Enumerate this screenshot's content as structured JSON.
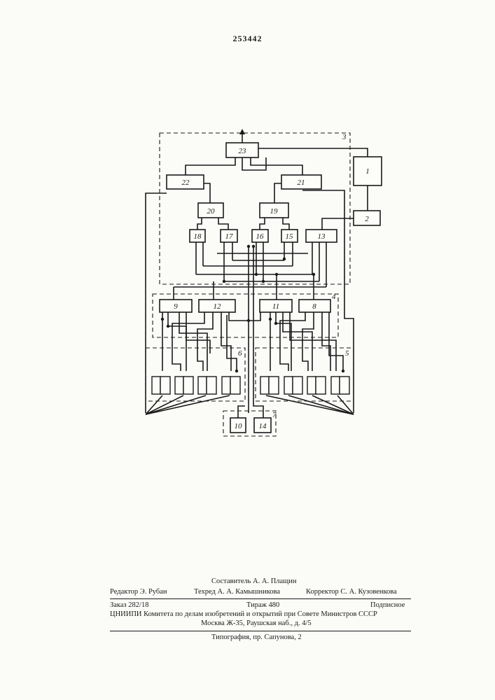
{
  "page": {
    "number": "253442"
  },
  "diagram": {
    "blocks": [
      {
        "label": "23"
      },
      {
        "label": "22"
      },
      {
        "label": "21"
      },
      {
        "label": "1"
      },
      {
        "label": "2"
      },
      {
        "label": "20"
      },
      {
        "label": "19"
      },
      {
        "label": "18"
      },
      {
        "label": "17"
      },
      {
        "label": "16"
      },
      {
        "label": "15"
      },
      {
        "label": "13"
      },
      {
        "label": "9"
      },
      {
        "label": "12"
      },
      {
        "label": "11"
      },
      {
        "label": "8"
      },
      {
        "label": "10"
      },
      {
        "label": "14"
      }
    ],
    "groups": [
      "3",
      "4",
      "6",
      "5",
      "7"
    ]
  },
  "imprint": {
    "compiler": "Составитель А. А. Плащин",
    "editor": "Редактор Э. Рубан",
    "techred": "Техред А. А. Камышникова",
    "corrector": "Корректор С. А. Кузовенкова",
    "order": "Заказ 282/18",
    "circulation": "Тираж 480",
    "subscription": "Подписное",
    "org_line": "ЦНИИПИ Комитета по делам изобретений и открытий при Совете Министров СССР",
    "address": "Москва Ж-35, Раушская наб., д. 4/5",
    "printer": "Типография, пр. Сапунова, 2"
  }
}
